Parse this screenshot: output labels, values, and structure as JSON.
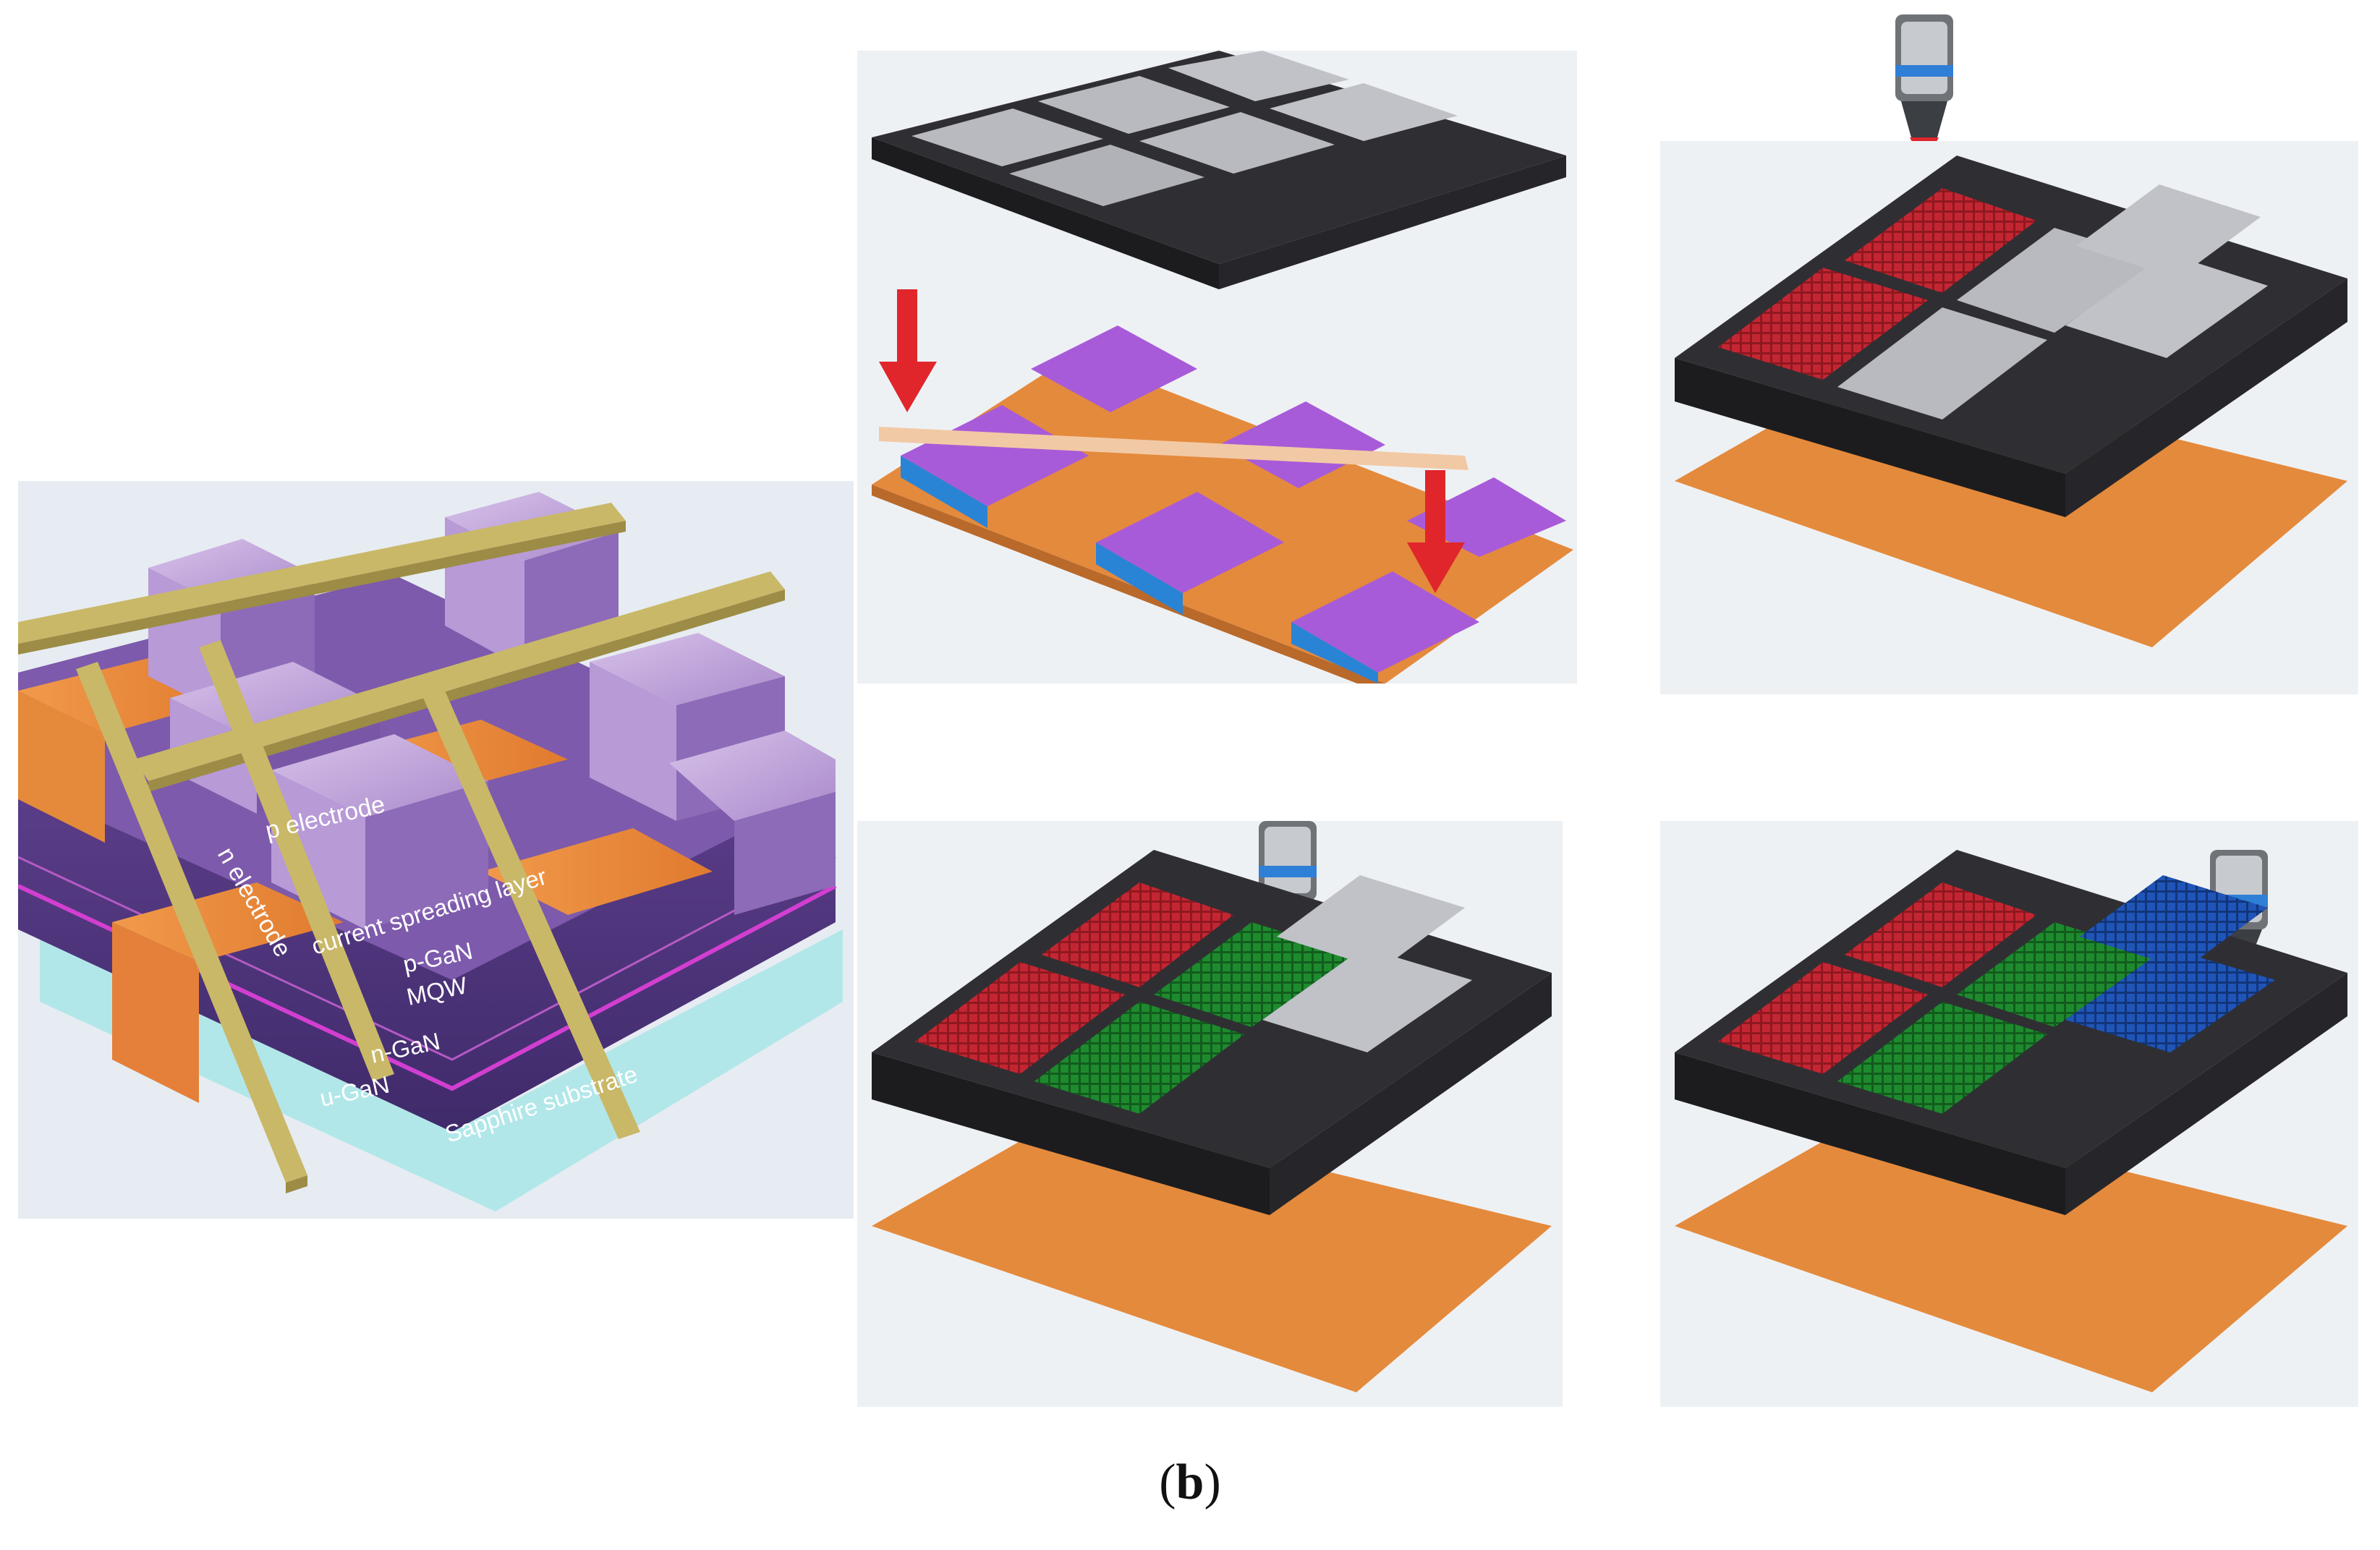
{
  "figure": {
    "caption_open": "(",
    "caption_letter": "b",
    "caption_close": ")",
    "labels": {
      "p_electrode": "p electrode",
      "n_electrode": "n electrode",
      "current_spreading_layer": "current spreading layer",
      "p_gan": "p-GaN",
      "mqw": "MQW",
      "n_gan": "n-GaN",
      "u_gan": "u-GaN",
      "sapphire_substrate": "Sapphire substrate"
    },
    "colors": {
      "red_subpixel": "#b3202a",
      "green_subpixel": "#1e8a2e",
      "blue_subpixel": "#1f55b8",
      "frame": "#2f2f33",
      "substrate": "#e48a3c",
      "electrode": "#c9b868",
      "chip_top": "#c9a9e0",
      "gan_layer": "#5b3a8a",
      "sapphire": "#9fe2e4"
    },
    "icons": [
      "microscope-nozzle-red-icon",
      "microscope-nozzle-green-icon",
      "microscope-nozzle-blue-icon",
      "down-arrow-icon"
    ]
  }
}
